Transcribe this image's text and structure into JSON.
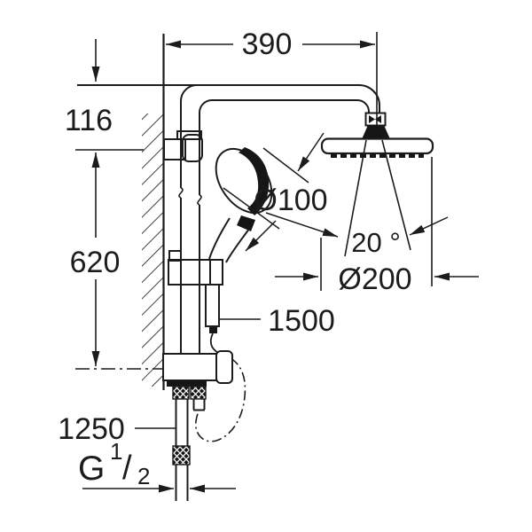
{
  "page": {
    "background": "#ffffff",
    "line_color": "#1c1c1c"
  },
  "diagram": {
    "kind": "technical-dimension-drawing",
    "subject": "wall-mounted shower system with head shower, hand shower, rail and hoses",
    "labels": {
      "arm_reach": "390",
      "offset_top": "116",
      "rail_height": "620",
      "hand_shower_diameter": "Ø100",
      "spray_angle": "20 °",
      "head_shower_diameter": "Ø200",
      "shower_hose_length": "1500",
      "supply_hose_length": "1250",
      "thread_letter": "G",
      "thread_numerator": "1",
      "thread_slash": "/",
      "thread_denominator": "2"
    }
  }
}
